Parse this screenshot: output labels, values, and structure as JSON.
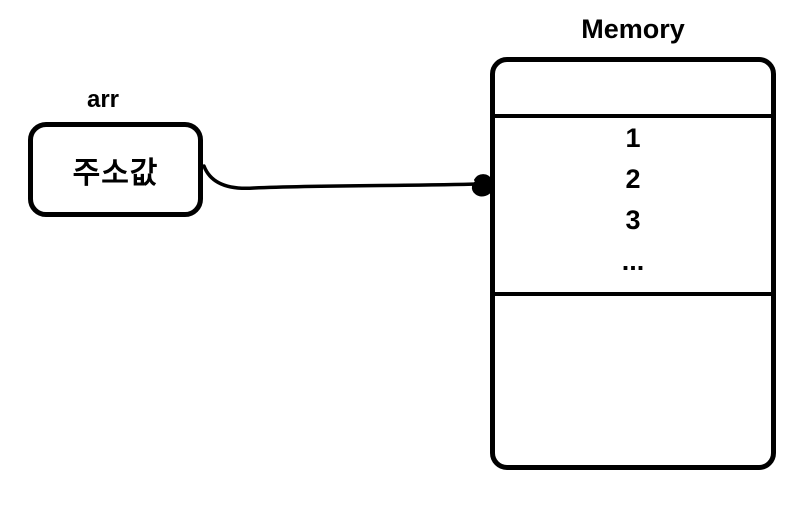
{
  "diagram": {
    "pointer": {
      "label": "arr",
      "value": "주소값"
    },
    "arrow": {
      "from": "arr-box",
      "to": "memory-box"
    },
    "memory": {
      "title": "Memory",
      "cells": [
        "1",
        "2",
        "3",
        "..."
      ]
    },
    "colors": {
      "stroke": "#000000",
      "background": "#ffffff"
    }
  }
}
